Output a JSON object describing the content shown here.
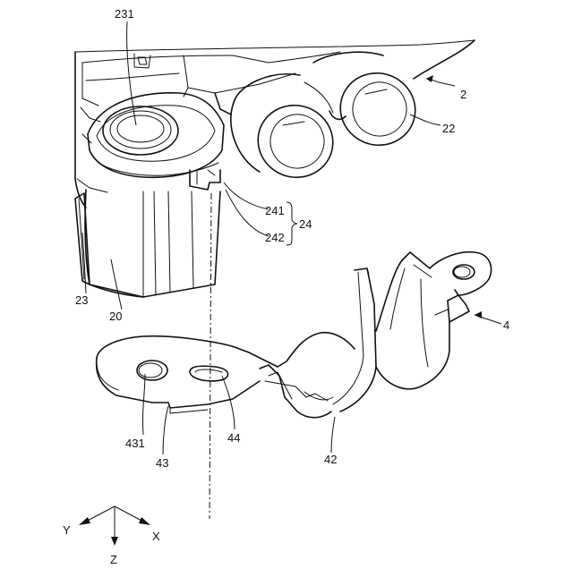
{
  "labels": {
    "l231": "231",
    "l2": "2",
    "l22": "22",
    "l241": "241",
    "l24": "24",
    "l242": "242",
    "l23": "23",
    "l20": "20",
    "l4": "4",
    "l431": "431",
    "l43": "43",
    "l44": "44",
    "l42": "42"
  },
  "axes": {
    "x": "X",
    "y": "Y",
    "z": "Z"
  }
}
